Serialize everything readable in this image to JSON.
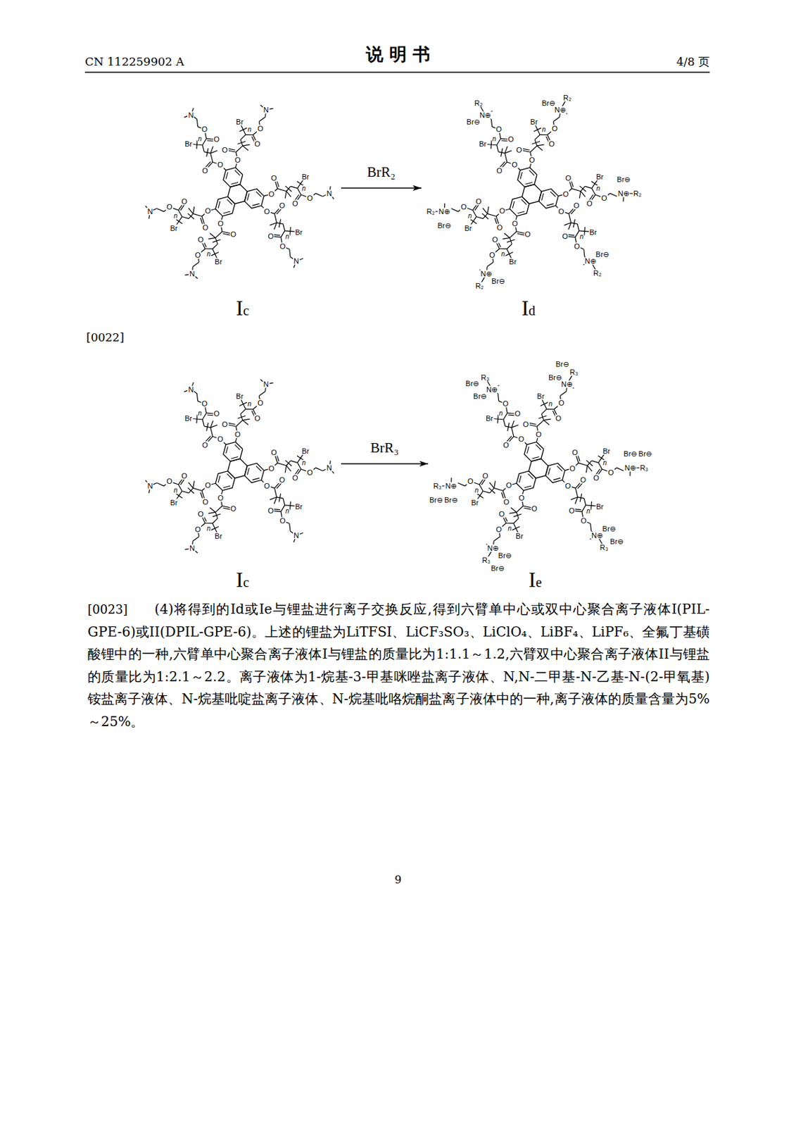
{
  "diagram": {
    "nodes": [
      {
        "text": [
          "Ic"
        ]
      },
      {
        "text": [
          "Id"
        ]
      },
      {
        "text": [
          "Ic"
        ]
      },
      {
        "text": [
          "Ie"
        ]
      }
    ],
    "edges": [
      {
        "from": 0,
        "to": 1,
        "arrow": "to",
        "label": "BrR₂"
      },
      {
        "from": 2,
        "to": 3,
        "arrow": "to",
        "label": "BrR₃"
      }
    ],
    "labels": [
      "CN 112259902 A",
      "说 明 书",
      "4/8 页",
      "[0022]",
      "[0023]",
      "(4)将得到的Id或Ie与锂盐进行离子交换反应,得到六臂单中心或双中心聚合离子液体I(PIL-GPE-6)或II(DPIL-GPE-6)。上述的锂盐为LiTFSI、LiCF₃SO₃、LiClO₄、LiBF₄、LiPF₆、全氟丁基磺酸锂中的一种,六臂单中心聚合离子液体I与锂盐的质量比为1:1.1～1.2,六臂双中心聚合离子液体II与锂盐的质量比为1:2.1～2.2。离子液体为1-烷基-3-甲基咪唑盐离子液体、N,N-二甲基-N-乙基-N-(2-甲氧基)铵盐离子液体、N-烷基吡啶盐离子液体、N-烷基吡咯烷酮盐离子液体中的一种,离子液体的质量含量为5%～25%。",
      "9",
      "O",
      "O",
      "Br",
      "n",
      "O",
      "O",
      "N",
      "O",
      "O",
      "Br",
      "n",
      "O",
      "O",
      "N",
      "O",
      "O",
      "Br",
      "n",
      "O",
      "O",
      "N",
      "O",
      "O",
      "Br",
      "n",
      "O",
      "O",
      "N",
      "O",
      "O",
      "Br",
      "n",
      "O",
      "O",
      "N",
      "O",
      "O",
      "Br",
      "n",
      "O",
      "O",
      "N",
      "O",
      "O",
      "Br",
      "n",
      "O",
      "O",
      "N⊕",
      "R₂",
      "Br⊖",
      "O",
      "O",
      "Br",
      "n",
      "O",
      "O",
      "N⊕",
      "R₂",
      "Br⊖",
      "O",
      "O",
      "Br",
      "n",
      "O",
      "O",
      "N⊕",
      "R₂",
      "Br⊖",
      "O",
      "O",
      "Br",
      "n",
      "O",
      "O",
      "N⊕",
      "R₂",
      "Br⊖",
      "O",
      "O",
      "Br",
      "n",
      "O",
      "O",
      "N⊕",
      "R₂",
      "Br⊖",
      "O",
      "O",
      "Br",
      "n",
      "O",
      "O",
      "N⊕",
      "R₂",
      "Br⊖",
      "O",
      "O",
      "Br",
      "n",
      "O",
      "O",
      "N",
      "O",
      "O",
      "Br",
      "n",
      "O",
      "O",
      "N",
      "O",
      "O",
      "Br",
      "n",
      "O",
      "O",
      "N",
      "O",
      "O",
      "Br",
      "n",
      "O",
      "O",
      "N",
      "O",
      "O",
      "Br",
      "n",
      "O",
      "O",
      "N",
      "O",
      "O",
      "Br",
      "n",
      "O",
      "O",
      "N",
      "O",
      "O",
      "Br",
      "n",
      "O",
      "O",
      "N⊕",
      "R₃",
      "Br⊖",
      "Br⊖",
      "O",
      "O",
      "Br",
      "n",
      "O",
      "O",
      "N⊕",
      "R₃",
      "Br⊖",
      "Br⊖",
      "O",
      "O",
      "Br",
      "n",
      "O",
      "O",
      "N⊕",
      "R₃",
      "Br⊖",
      "Br⊖",
      "O",
      "O",
      "Br",
      "n",
      "O",
      "O",
      "N⊕",
      "R₃",
      "Br⊖",
      "Br⊖",
      "O",
      "O",
      "Br",
      "n",
      "O",
      "O",
      "N⊕",
      "R₃",
      "Br⊖",
      "Br⊖",
      "O",
      "O",
      "Br",
      "n",
      "O",
      "O",
      "N⊕",
      "R₃",
      "Br⊖",
      "Br⊖"
    ]
  }
}
